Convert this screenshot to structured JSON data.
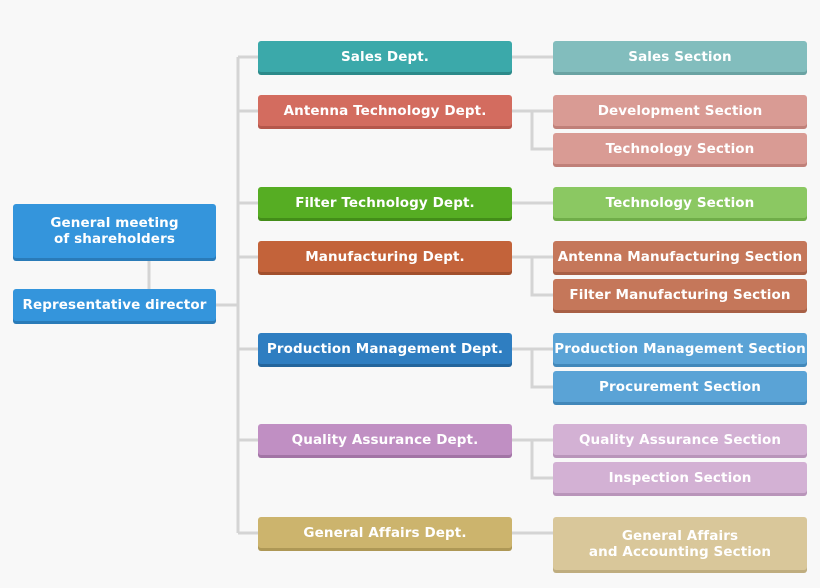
{
  "top": {
    "shareholders": "General meeting\nof shareholders",
    "director": "Representative director"
  },
  "departments": [
    {
      "label": "Sales Dept.",
      "color": "#3ba9aa",
      "shadow": "#2c8a8a",
      "sections": [
        {
          "label": "Sales Section",
          "color": "#82bdbd",
          "shadow": "#6aa3a3"
        }
      ]
    },
    {
      "label": "Antenna Technology Dept.",
      "color": "#d36c5f",
      "shadow": "#b5574b",
      "sections": [
        {
          "label": "Development Section",
          "color": "#d99b94",
          "shadow": "#c08079"
        },
        {
          "label": "Technology Section",
          "color": "#d99b94",
          "shadow": "#c08079"
        }
      ]
    },
    {
      "label": "Filter Technology Dept.",
      "color": "#56ad23",
      "shadow": "#438d19",
      "sections": [
        {
          "label": "Technology Section",
          "color": "#8bc862",
          "shadow": "#70ad49"
        }
      ]
    },
    {
      "label": "Manufacturing Dept.",
      "color": "#c3633a",
      "shadow": "#a2502d",
      "sections": [
        {
          "label": "Antenna Manufacturing Section",
          "color": "#c5775a",
          "shadow": "#a86046"
        },
        {
          "label": "Filter Manufacturing Section",
          "color": "#c5775a",
          "shadow": "#a86046"
        }
      ]
    },
    {
      "label": "Production Management Dept.",
      "color": "#2f7ec1",
      "shadow": "#24659c",
      "sections": [
        {
          "label": "Production Management Section",
          "color": "#5aa3d6",
          "shadow": "#4288ba"
        },
        {
          "label": "Procurement Section",
          "color": "#5aa3d6",
          "shadow": "#4288ba"
        }
      ]
    },
    {
      "label": "Quality Assurance Dept.",
      "color": "#c08fc3",
      "shadow": "#a274a5",
      "sections": [
        {
          "label": "Quality Assurance Section",
          "color": "#d3b1d4",
          "shadow": "#b995ba"
        },
        {
          "label": "Inspection Section",
          "color": "#d3b1d4",
          "shadow": "#b995ba"
        }
      ]
    },
    {
      "label": "General Affairs Dept.",
      "color": "#ccb46d",
      "shadow": "#ae9856",
      "sections": [
        {
          "label": "General Affairs\nand Accounting Section",
          "color": "#d9c79a",
          "shadow": "#bfad7f"
        }
      ]
    }
  ],
  "colors": {
    "top_box": "#3495dc",
    "top_shadow": "#2a7bb8",
    "connector": "#d4d4d4",
    "background": "#f8f8f8"
  }
}
